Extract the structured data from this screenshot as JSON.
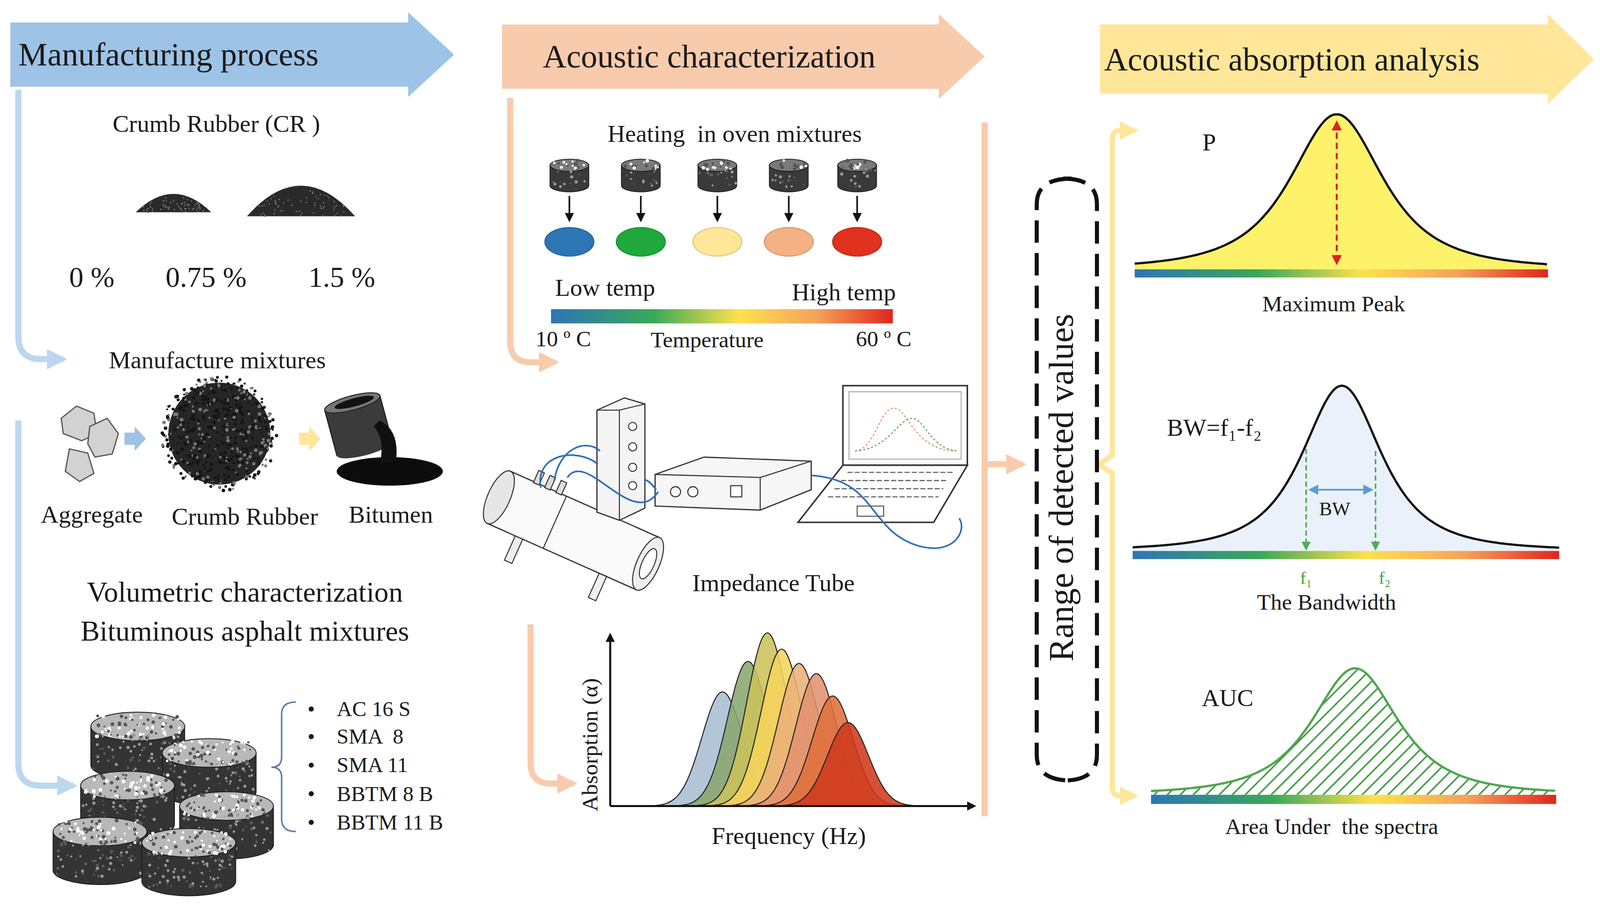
{
  "diagram": {
    "nodes": [
      {
        "text": [
          "Manufacturing process"
        ]
      },
      {
        "text": [
          "Acoustic characterization"
        ]
      },
      {
        "text": [
          "Acoustic absorption analysis"
        ]
      }
    ],
    "labels": [
      "Crumb Rubber (CR )",
      "0 %",
      "0.75 %",
      "1.5 %",
      "Manufacture mixtures",
      "Aggregate",
      "Crumb Rubber",
      "Bitumen",
      "Volumetric characterization Bituminous asphalt mixtures",
      "AC 16 S",
      "SMA  8",
      "SMA 11",
      "BBTM 8 B",
      "BBTM 11 B",
      "Heating  in oven mixtures",
      "Low temp",
      "High temp",
      "10 º C",
      "Temperature",
      "60 º C",
      "Impedance Tube",
      "Absorption (α)",
      "Frequency (Hz)",
      "Range of detected values",
      "P",
      "Maximum Peak",
      "BW=f₁-f₂",
      "BW",
      "f₁",
      "f₂",
      "The Bandwidth",
      "AUC",
      "Area Under  the spectra"
    ]
  }
}
